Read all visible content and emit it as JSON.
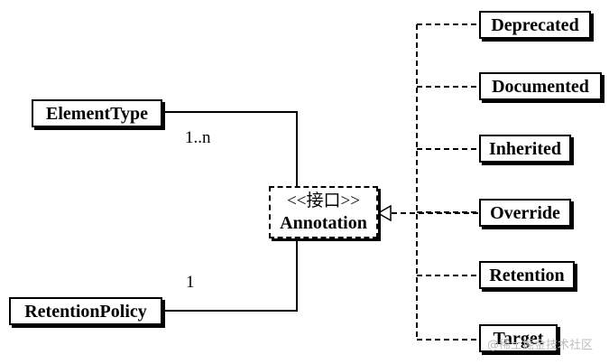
{
  "interface": {
    "stereotype": "<<接口>>",
    "name": "Annotation"
  },
  "associations": [
    {
      "class_name": "ElementType",
      "multiplicity": "1..n"
    },
    {
      "class_name": "RetentionPolicy",
      "multiplicity": "1"
    }
  ],
  "implementations": [
    "Deprecated",
    "Documented",
    "Inherited",
    "Override",
    "Retention",
    "Target"
  ],
  "watermark": "@稀土掘金技术社区",
  "colors": {
    "line": "#000000",
    "background": "#ffffff",
    "watermark": "#bdbdbd"
  }
}
